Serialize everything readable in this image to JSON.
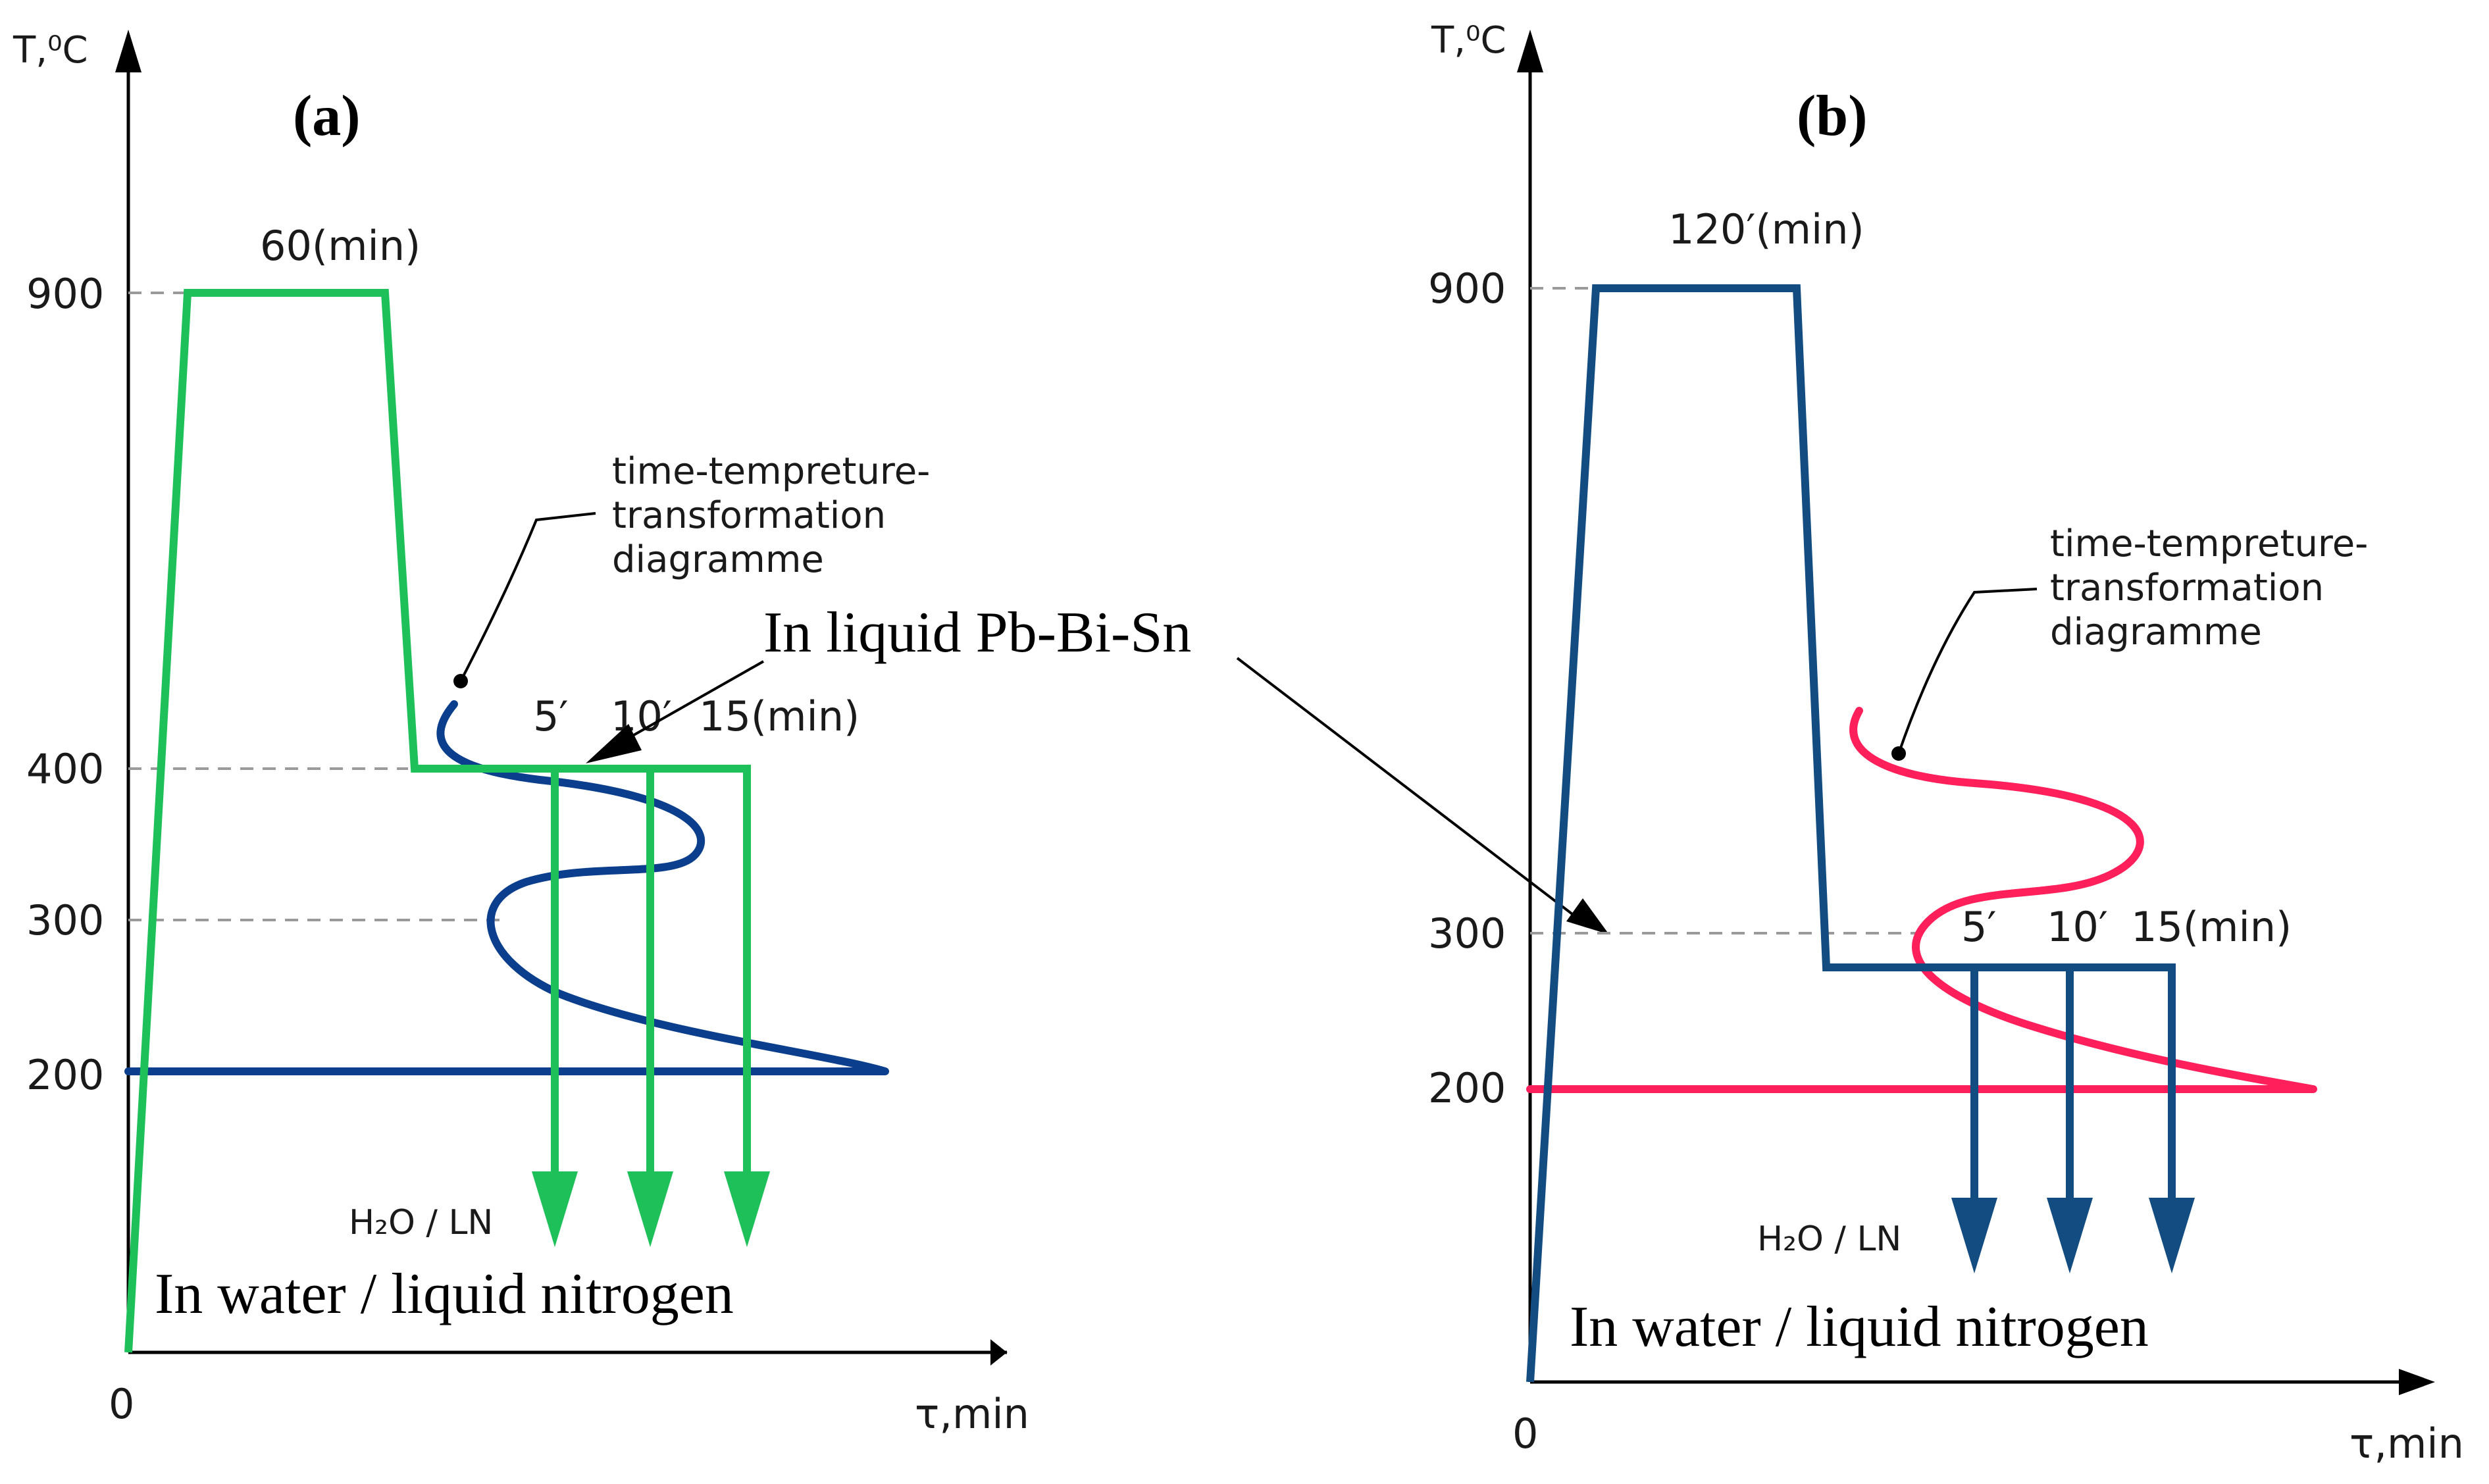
{
  "colors": {
    "green": "#1ec05a",
    "navy": "#0b3e8c",
    "steel_blue": "#124c80",
    "crimson": "#ff1f5a",
    "dash_grey": "#9a9a9a",
    "axis": "#000000"
  },
  "shared": {
    "pb_bi_sn_label": "In liquid Pb-Bi-Sn"
  },
  "panel_a": {
    "label": "(a)",
    "y_axis_label": "T,⁰C",
    "x_axis_label": "τ,min",
    "origin_label": "0",
    "y_ticks": [
      "900",
      "400",
      "300",
      "200"
    ],
    "hold_label": "60(min)",
    "ttt_label": [
      "time-tempreture-",
      "transformation",
      "diagramme"
    ],
    "time_marks": [
      "5′",
      "10′",
      "15(min)"
    ],
    "quench_label_h2o": "H₂O / LN",
    "quench_caption": "In water / liquid nitrogen",
    "process_color": "green",
    "ttt_color": "navy"
  },
  "panel_b": {
    "label": "(b)",
    "y_axis_label": "T,⁰C",
    "x_axis_label": "τ,min",
    "origin_label": "0",
    "y_ticks": [
      "900",
      "300",
      "200"
    ],
    "hold_label": "120′(min)",
    "ttt_label": [
      "time-tempreture-",
      "transformation",
      "diagramme"
    ],
    "time_marks": [
      "5′",
      "10′",
      "15(min)"
    ],
    "quench_label_h2o": "H₂O / LN",
    "quench_caption": "In water / liquid nitrogen",
    "process_color": "steel_blue",
    "ttt_color": "crimson"
  }
}
